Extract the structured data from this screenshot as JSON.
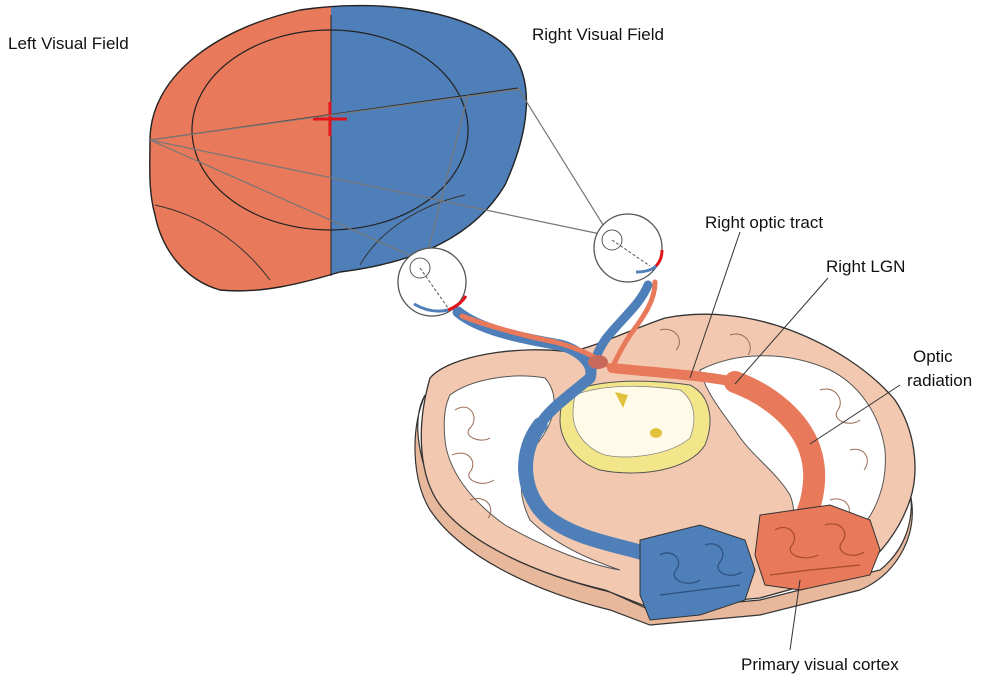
{
  "labels": {
    "left_visual_field": "Left Visual Field",
    "right_visual_field": "Right Visual Field",
    "right_optic_tract": "Right optic tract",
    "right_lgn": "Right LGN",
    "optic_radiation_line1": "Optic",
    "optic_radiation_line2": "radiation",
    "primary_visual_cortex": "Primary visual cortex"
  },
  "colors": {
    "left_field": "#e8795a",
    "right_field": "#4f7fb8",
    "brain_tissue": "#f2c9b0",
    "white_matter": "#ffffff",
    "thalamus": "#f3e58a",
    "fixation_cross": "#e0141b",
    "outline": "#333333"
  }
}
